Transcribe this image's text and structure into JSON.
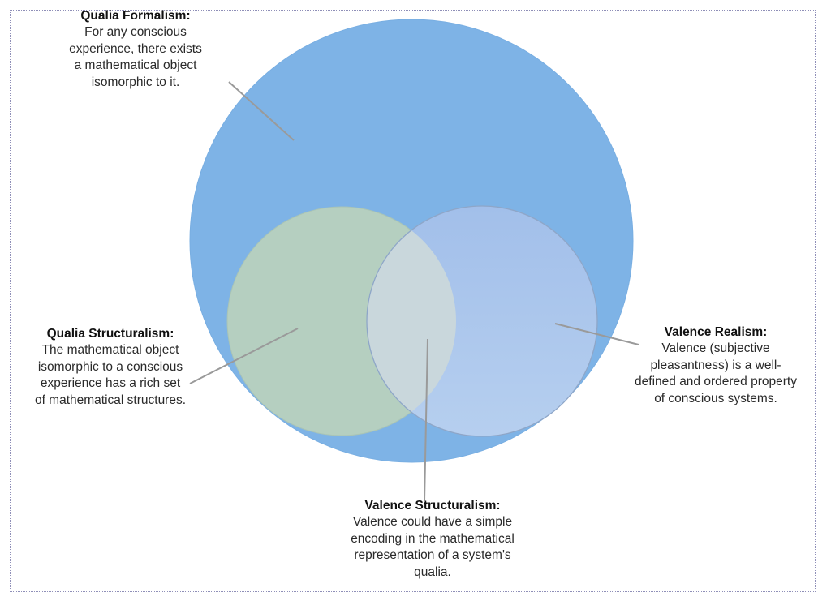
{
  "diagram": {
    "type": "nested-venn",
    "colors": {
      "outer_fill": "#7eb3e6",
      "qualia_structuralism_fill": "#b5cfc0",
      "valence_realism_fill_top": "#a2bfea",
      "valence_realism_fill_bottom": "#b6cfef",
      "overlap_fill": "#c9d7dc",
      "circle_stroke": "#8ea6c8",
      "leader_line": "#9a9a9a",
      "frame_border": "#8f8fb8"
    },
    "sets": [
      {
        "id": "qualia-formalism",
        "title": "Qualia Formalism:",
        "description": "For any conscious\nexperience, there exists\na mathematical object\nisomorphic to it."
      },
      {
        "id": "qualia-structuralism",
        "title": "Qualia Structuralism:",
        "description": "The mathematical object\nisomorphic to a conscious\nexperience has a rich set\nof mathematical structures."
      },
      {
        "id": "valence-realism",
        "title": "Valence Realism:",
        "description": "Valence (subjective\npleasantness) is a well-\ndefined and ordered property\nof conscious systems."
      },
      {
        "id": "valence-structuralism",
        "title": "Valence Structuralism:",
        "description": "Valence could have a simple\nencoding in the mathematical\nrepresentation of a system's\nqualia."
      }
    ],
    "relations": [
      {
        "child": "qualia-structuralism",
        "parent": "qualia-formalism",
        "relation": "subset"
      },
      {
        "child": "valence-realism",
        "parent": "qualia-formalism",
        "relation": "subset"
      },
      {
        "region": "valence-structuralism",
        "is": "intersection of qualia-structuralism and valence-realism"
      }
    ]
  }
}
